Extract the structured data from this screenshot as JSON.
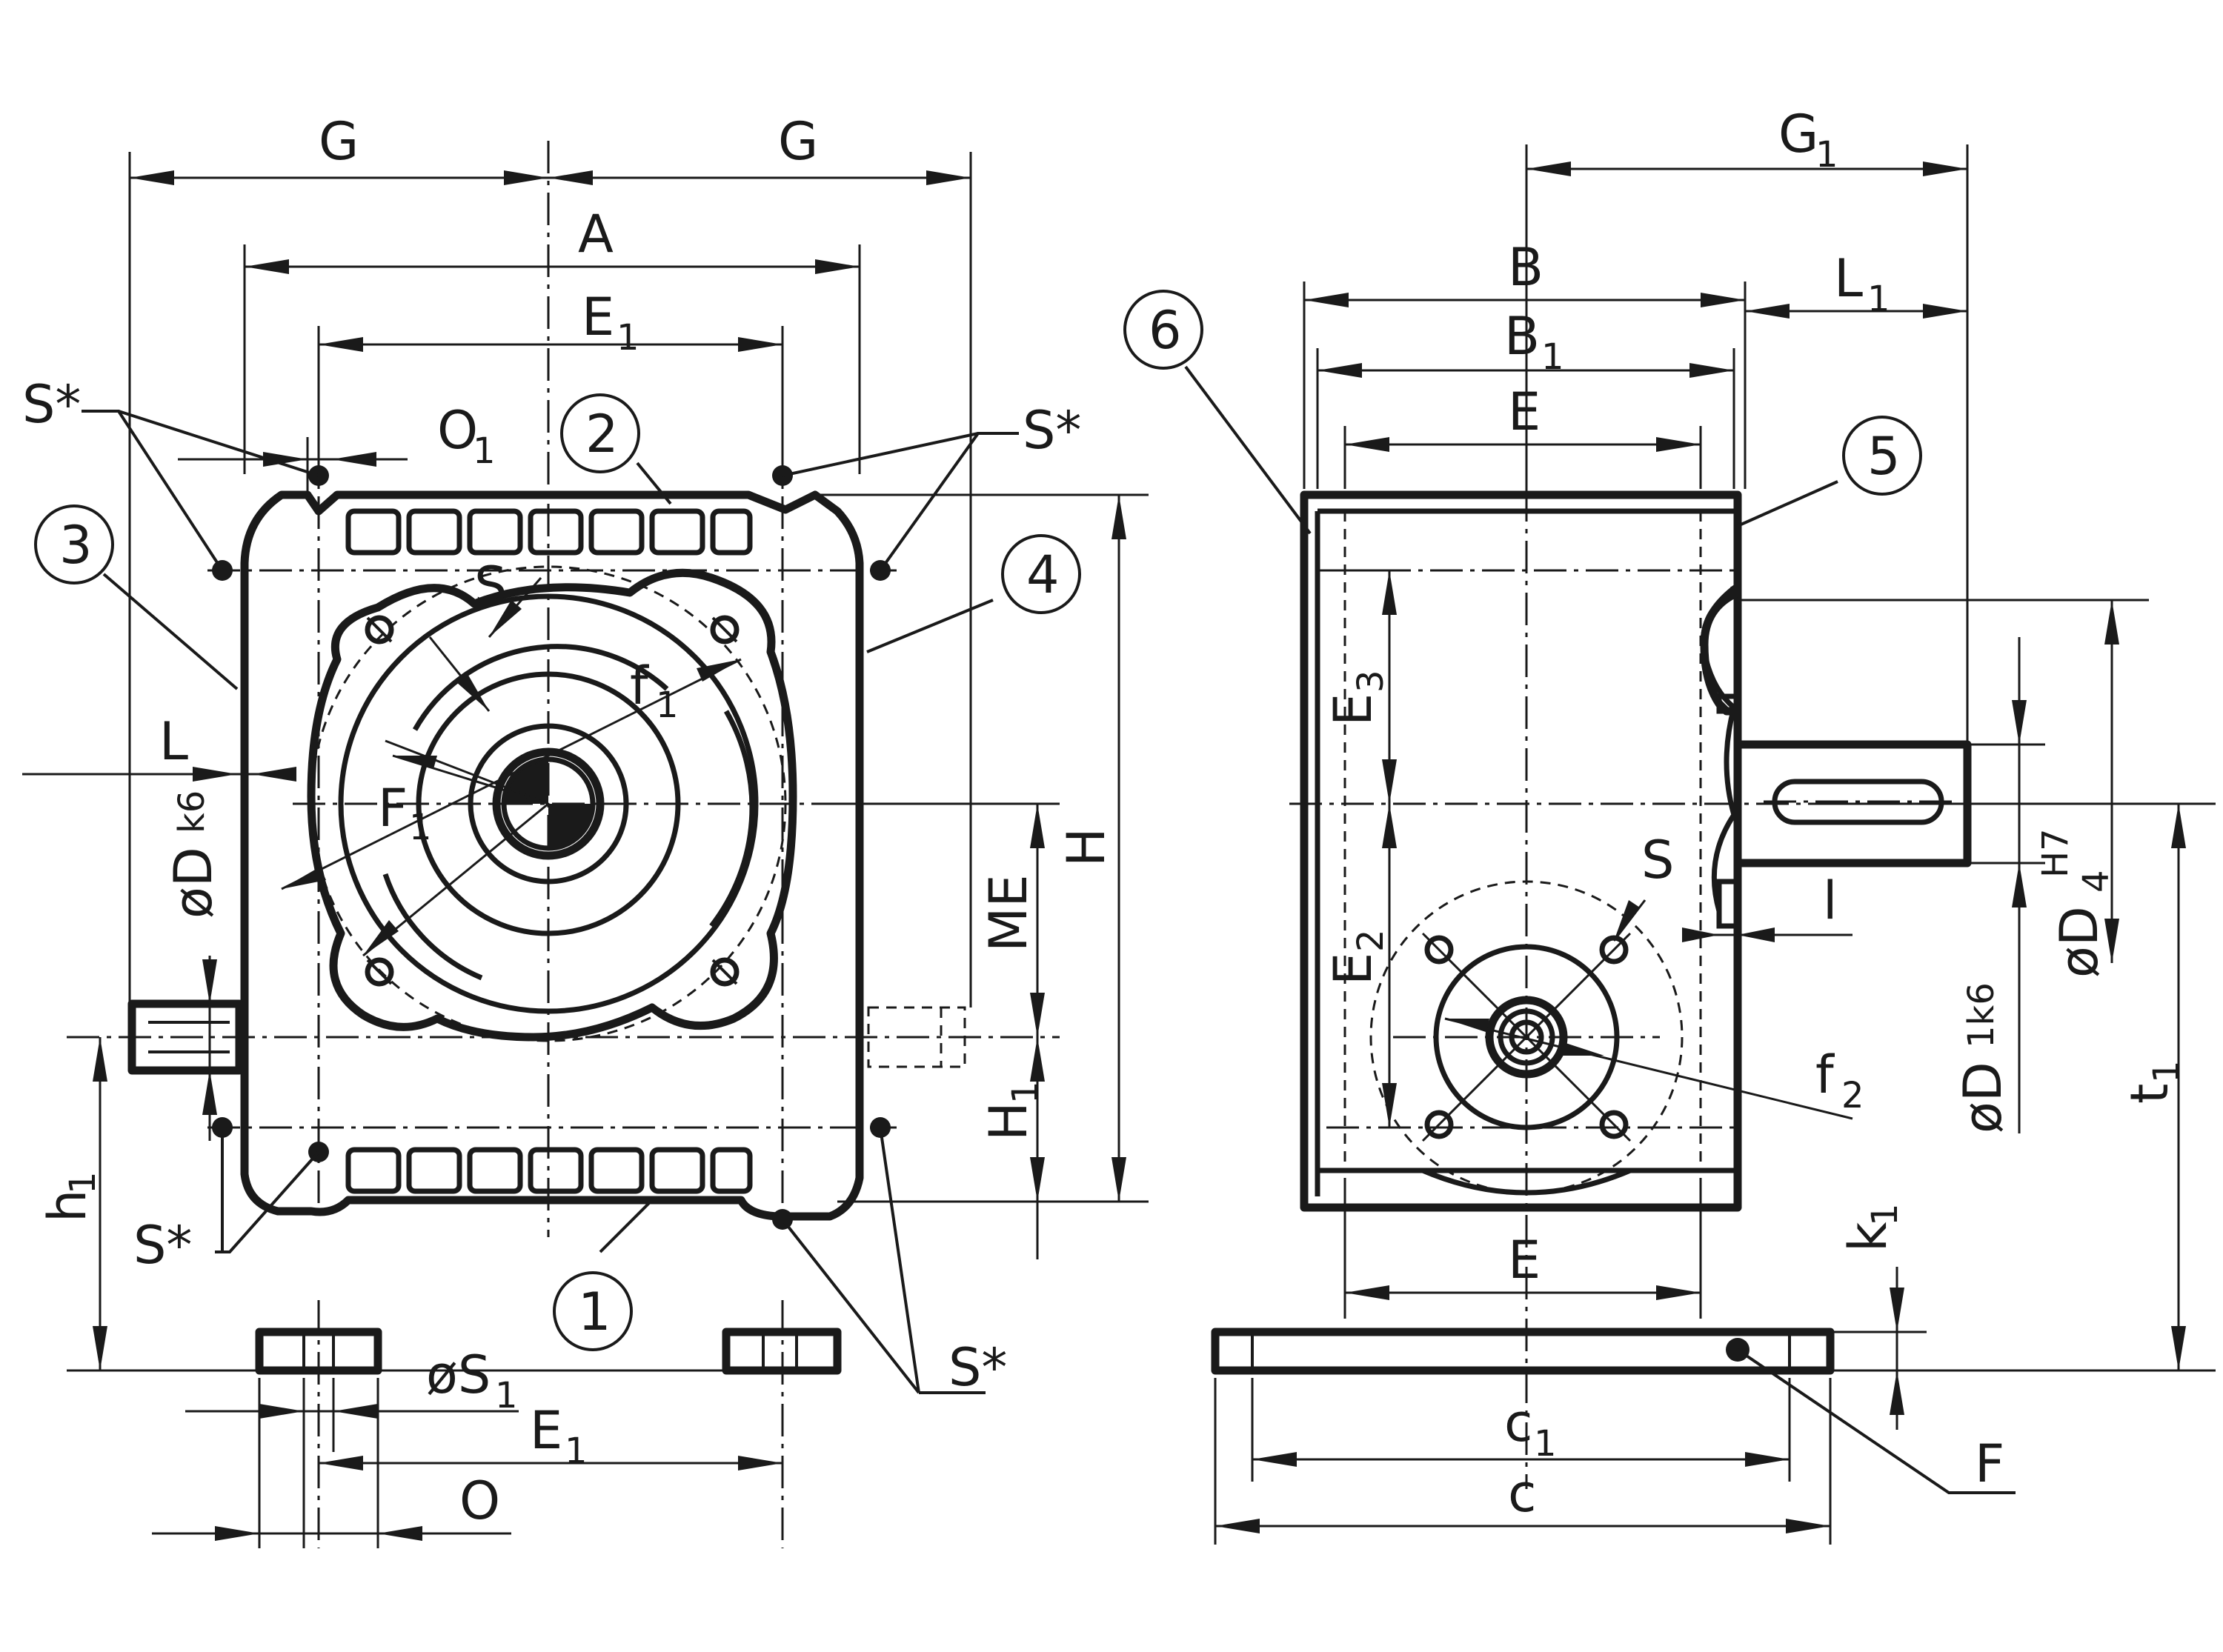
{
  "labels": {
    "G_left": "G",
    "G_right": "G",
    "A": "A",
    "E1_top": "E",
    "E1_top_sub": "1",
    "O1": "O",
    "O1_sub": "1",
    "S_star_tl": "S*",
    "S_star_tr": "S*",
    "S_star_bl": "S*",
    "S_star_br": "S*",
    "L": "L",
    "S_front": "S",
    "f1": "f",
    "f1_sub": "1",
    "F1": "F",
    "F1_sub": "1",
    "D_k6": "øD",
    "D_k6_sub": "k6",
    "ME": "ME",
    "H": "H",
    "H1": "H",
    "H1_sub": "1",
    "h1": "h",
    "h1_sub": "1",
    "S1": "øS",
    "S1_sub": "1",
    "E1_bottom": "E",
    "E1_bottom_sub": "1",
    "O": "O",
    "G1": "G",
    "G1_sub": "1",
    "B": "B",
    "B1": "B",
    "B1_sub": "1",
    "L1": "L",
    "L1_sub": "1",
    "E_top": "E",
    "E3": "E",
    "E3_sub": "3",
    "E2": "E",
    "E2_sub": "2",
    "S_side": "S",
    "l": "l",
    "f2": "f",
    "f2_sub": "2",
    "D1_k6": "øD",
    "D1_k6_sub": "1k6",
    "D4": "øD",
    "D4_sub": "4",
    "D4_sup": "H7",
    "t1": "t",
    "t1_sub": "1",
    "E_bottom": "E",
    "k1": "k",
    "k1_sub": "1",
    "c1": "c",
    "c1_sub": "1",
    "c": "c",
    "F": "F"
  },
  "callouts": [
    "1",
    "2",
    "3",
    "4",
    "5",
    "6"
  ]
}
